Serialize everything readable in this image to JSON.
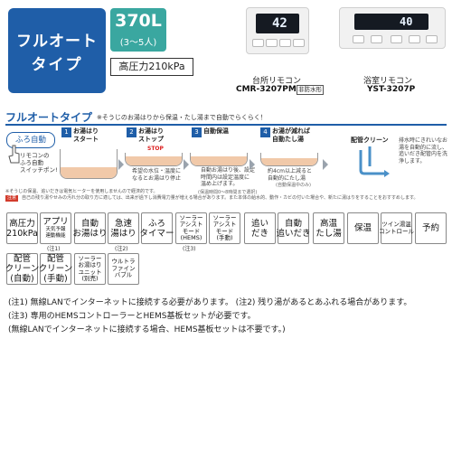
{
  "header": {
    "type_line1": "フルオート",
    "type_line2": "タイプ",
    "capacity": "370L",
    "persons": "(3〜5人)",
    "pressure": "高圧力210kPa"
  },
  "remotes": {
    "kitchen": {
      "label": "台所リモコン",
      "model": "CMR-3207PM",
      "tag": "非防水形",
      "display": "42"
    },
    "bath": {
      "label": "浴室リモコン",
      "model": "YST-3207P",
      "display": "40"
    }
  },
  "band": {
    "title": "フルオートタイプ",
    "description": "※そうじのお湯はりから保温・たし湯まで自動でらくらく！"
  },
  "switch": {
    "button": "ふろ自動",
    "note_line1": "リモコンの",
    "note_line2": "ふろ自動",
    "note_line3": "スイッチポン!"
  },
  "steps": [
    {
      "num": "1",
      "title_line1": "お湯はり",
      "title_line2": "スタート",
      "desc": ""
    },
    {
      "num": "2",
      "title_line1": "お湯はり",
      "title_line2": "ストップ",
      "tag": "STOP",
      "desc": "希望の水位・温度に\nなるとお湯はり停止"
    },
    {
      "num": "3",
      "title_line1": "自動保温",
      "title_line2": "",
      "desc": "自動お湯はり後、設定\n時間内は設定温度に\n温め上げます。",
      "sub": "(保温時間0〜8時間まで選択)"
    },
    {
      "num": "4",
      "title_line1": "お湯が減れば",
      "title_line2": "自動たし湯",
      "desc": "約4cm以上減ると\n自動的にたし湯",
      "sub": "(自動保温中のみ)"
    }
  ],
  "pipe_clean": {
    "title": "配管クリーン",
    "desc": "排水時にきれいなお\n湯を自動的に流し、\n追いだき配管内を洗\n浄します。"
  },
  "footnotes": {
    "line1": "※そうじの保温、追いだきは電気ヒーターを使用しませんので経済的です。",
    "tag": "注意",
    "line2": "自己の残り湯やせみの汚れ分の取り方に適しては、出来が過下し消費電力量が増える場合があります。また本体の給水的、動作・カビの付いた場合や、新たに湯はりをすることをおすすめします。"
  },
  "features_row1": [
    {
      "label": "高圧力\n210kPa",
      "kind": "lab"
    },
    {
      "label": "アプリ",
      "sub": "天気予報\n連動機能",
      "note": "(注1)",
      "kind": "app"
    },
    {
      "label": "自動\nお湯はり",
      "kind": "lab"
    },
    {
      "label": "急速\n湯はり",
      "note": "(注2)",
      "kind": "lab"
    },
    {
      "label": "ふろ\nタイマー",
      "kind": "lab"
    },
    {
      "label": "ソーラー\nアシスト\nモード\n(HEMS)",
      "note": "(注3)",
      "kind": "small"
    },
    {
      "label": "ソーラー\nアシスト\nモード\n(手動)",
      "kind": "small"
    },
    {
      "label": "追い\nだき",
      "kind": "lab"
    },
    {
      "label": "自動\n追いだき",
      "kind": "lab"
    },
    {
      "label": "高温\nたし湯",
      "kind": "lab"
    },
    {
      "label": "保温",
      "kind": "lab"
    },
    {
      "label": "ツイン湯温\nコントロール",
      "kind": "small"
    },
    {
      "label": "予約",
      "kind": "lab"
    }
  ],
  "features_row2": [
    {
      "label": "配管\nクリーン\n(自動)",
      "kind": "lab"
    },
    {
      "label": "配管\nクリーン\n(手動)",
      "kind": "lab"
    },
    {
      "label": "ソーラー\nお湯はり\nユニット\n(別売)",
      "kind": "small"
    },
    {
      "label": "ウルトラ\nファイン\nバブル",
      "kind": "small"
    }
  ],
  "notes": [
    "(注1) 無線LANでインターネットに接続する必要があります。 (注2) 残り湯があるとあふれる場合があります。",
    "(注3) 専用のHEMSコントローラーとHEMS基板セットが必要です。",
    "(無線LANでインターネットに接続する場合、HEMS基板セットは不要です。)"
  ],
  "colors": {
    "brand_blue": "#1f5ea8",
    "teal": "#3aa7a0",
    "water": "#f1c9a9",
    "warning_red": "#d23b2c"
  }
}
